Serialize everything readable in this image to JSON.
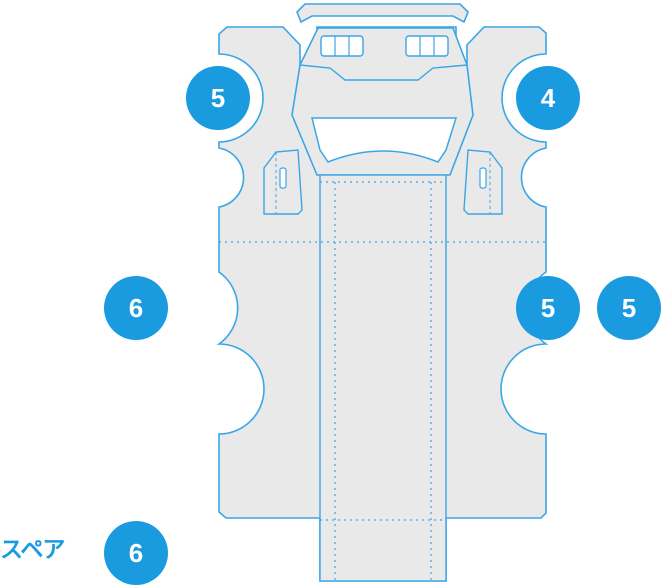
{
  "colors": {
    "badge": "#1a9be0",
    "outline": "#3aa6e6",
    "fill": "#e9e9ea",
    "background": "#ffffff"
  },
  "badges": [
    {
      "id": "upper-left",
      "label": "5"
    },
    {
      "id": "upper-right",
      "label": "4"
    },
    {
      "id": "middle-left",
      "label": "6"
    },
    {
      "id": "middle-right-inner",
      "label": "5"
    },
    {
      "id": "middle-right-outer",
      "label": "5"
    },
    {
      "id": "spare",
      "label": "6"
    }
  ],
  "spare_label": "スペア"
}
